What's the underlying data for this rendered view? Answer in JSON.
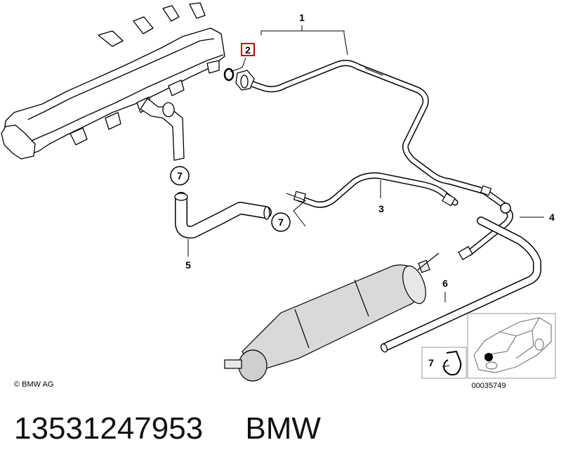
{
  "callouts": {
    "c1": "1",
    "c2": "2",
    "c3": "3",
    "c4": "4",
    "c5": "5",
    "c6": "6",
    "c7a": "7",
    "c7b": "7",
    "c7c": "7"
  },
  "inset_code": "00035749",
  "copyright": "© BMW AG",
  "footer": {
    "part_number": "13531247953",
    "brand": "BMW"
  },
  "highlight_color": "#cc0000"
}
